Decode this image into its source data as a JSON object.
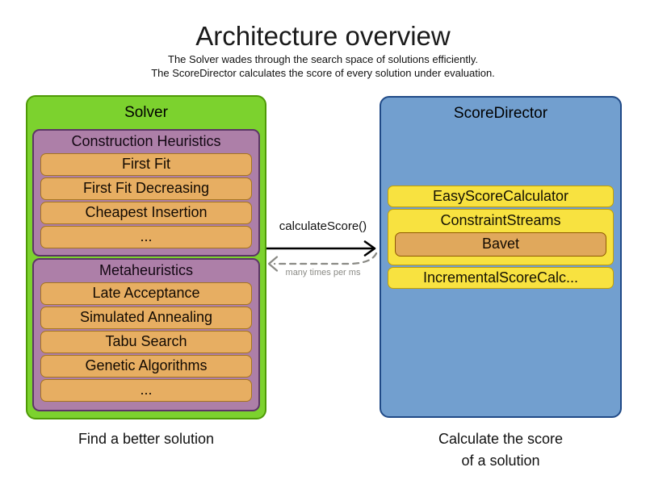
{
  "title": "Architecture overview",
  "subtitle_line1": "The Solver wades through the search space of solutions efficiently.",
  "subtitle_line2": "The ScoreDirector calculates the score of every solution under evaluation.",
  "solver": {
    "label": "Solver",
    "caption": "Find a better solution",
    "groups": [
      {
        "label": "Construction Heuristics",
        "items": [
          "First Fit",
          "First Fit Decreasing",
          "Cheapest Insertion",
          "..."
        ]
      },
      {
        "label": "Metaheuristics",
        "items": [
          "Late Acceptance",
          "Simulated Annealing",
          "Tabu Search",
          "Genetic Algorithms",
          "..."
        ]
      }
    ]
  },
  "score_director": {
    "label": "ScoreDirector",
    "caption_line1": "Calculate the score",
    "caption_line2": "of a solution",
    "calculators": [
      {
        "label": "EasyScoreCalculator",
        "items": []
      },
      {
        "label": "ConstraintStreams",
        "items": [
          "Bavet"
        ]
      },
      {
        "label": "IncrementalScoreCalc...",
        "items": []
      }
    ]
  },
  "arrow": {
    "label": "calculateScore()",
    "sublabel": "many times per ms"
  },
  "colors": {
    "solver_fill": "#7cd22e",
    "solver_border": "#4e9a06",
    "group_fill": "#ad7fa8",
    "group_border": "#5c3566",
    "algorithm_fill": "#e7ae62",
    "algorithm_border": "#a5751f",
    "score_director_fill": "#729fcf",
    "score_director_border": "#204a87",
    "calculator_fill": "#f8e240",
    "calculator_border": "#c4a000",
    "bavet_fill": "#e0a85c",
    "bavet_border": "#8f5902",
    "dashed_arrow_gray": "#8a8a85"
  }
}
